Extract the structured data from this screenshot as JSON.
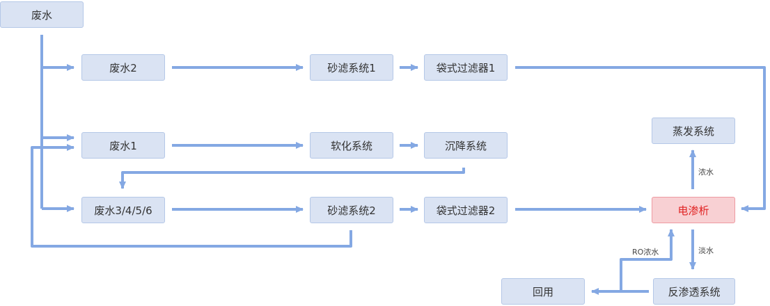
{
  "colors": {
    "arrow": "#84a8e3",
    "node_fill": "#dae3f3",
    "node_border": "#b4c7e7",
    "highlight_fill": "#f8d0d3",
    "highlight_border": "#ee9aa1",
    "highlight_text": "#e02020"
  },
  "nodes": {
    "wastewater_root": "废水",
    "wastewater_2": "废水2",
    "sand_filter_1": "砂滤系统1",
    "bag_filter_1": "袋式过滤器1",
    "wastewater_1": "废水1",
    "softening": "软化系统",
    "sedimentation": "沉降系统",
    "wastewater_3456": "废水3/4/5/6",
    "sand_filter_2": "砂滤系统2",
    "bag_filter_2": "袋式过滤器2",
    "evaporation": "蒸发系统",
    "electrodialysis": "电渗析",
    "reverse_osmosis": "反渗透系统",
    "reuse": "回用"
  },
  "edge_labels": {
    "concentrate": "浓水",
    "dilute": "淡水",
    "ro_concentrate": "RO浓水"
  }
}
